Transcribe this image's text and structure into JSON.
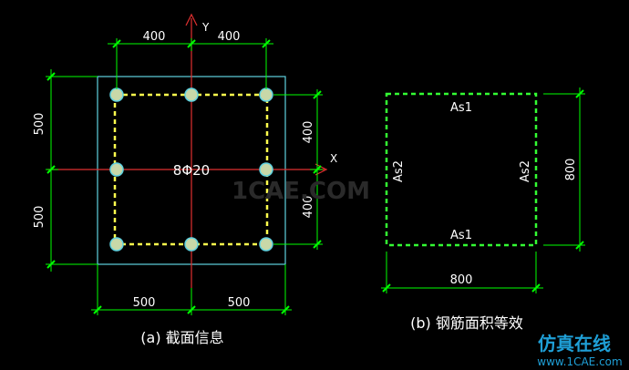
{
  "labels": {
    "axis_y": "Y",
    "axis_x": "X",
    "dim_top_left": "400",
    "dim_top_right": "400",
    "dim_left_top": "500",
    "dim_left_bottom": "500",
    "dim_right_top": "400",
    "dim_right_bottom": "400",
    "dim_bottom_left": "500",
    "dim_bottom_right": "500",
    "center_rebar": "8Φ20",
    "caption_a": "(a) 截面信息",
    "b_top": "As1",
    "b_bottom": "As1",
    "b_left": "As2",
    "b_right": "As2",
    "b_dim_right": "800",
    "b_dim_bottom": "800",
    "caption_b": "(b) 钢筋面积等效",
    "watermark_mid": "1CAE.COM",
    "watermark_site": "仿真在线",
    "watermark_url": "www.1CAE.com"
  },
  "colors": {
    "background": "#000000",
    "dimension": "#00ff00",
    "section": "#5fd2e0",
    "rebar_dashed": "#ffff4d",
    "rebar_b": "#33ff33",
    "axis": "#e03030",
    "text": "#ffffff",
    "bar_fill": "#c8d8a8"
  }
}
